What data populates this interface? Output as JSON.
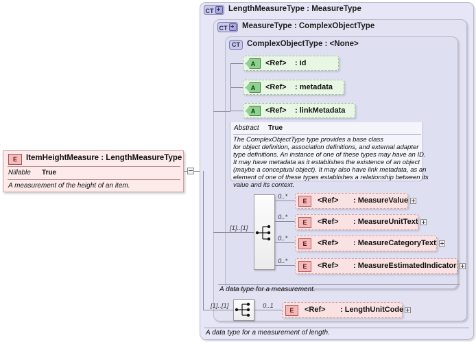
{
  "diagram": {
    "type": "xsd-schema-diagram",
    "root_element": {
      "badge": "E",
      "title": "ItemHeightMeasure : LengthMeasureType",
      "properties": [
        {
          "key": "Nillable",
          "value": "True"
        }
      ],
      "documentation": "A measurement of the height of an item."
    },
    "containers": [
      {
        "level": 1,
        "badge": "CT",
        "badge_has_plus": true,
        "title": "LengthMeasureType : MeasureType",
        "documentation": "A data type for a measurement of length."
      },
      {
        "level": 2,
        "badge": "CT",
        "badge_has_plus": true,
        "title": "MeasureType : ComplexObjectType",
        "documentation": "A data type for a measurement."
      },
      {
        "level": 3,
        "badge": "CT",
        "badge_has_plus": false,
        "title": "ComplexObjectType : <None>",
        "abstract_key": "Abstract",
        "abstract_value": "True",
        "documentation_lines": [
          "The ComplexObjectType type provides a base class",
          "for object definition, association definitions, and external adapter",
          "type definitions. An instance of one of these types may have an ID.",
          "It may have metadata as it establishes the existence of an object",
          "(maybe a conceptual object). It may also have link metadata, as an",
          "element of one of these types establishes a relationship between its",
          "value and its context."
        ]
      }
    ],
    "attributes": [
      {
        "badge": "A",
        "ref": "<Ref>",
        "name": ": id"
      },
      {
        "badge": "A",
        "ref": "<Ref>",
        "name": ": metadata"
      },
      {
        "badge": "A",
        "ref": "<Ref>",
        "name": ": linkMetadata"
      }
    ],
    "measure_group": {
      "compositor": "sequence-icon",
      "cardinality": "[1]..[1]",
      "elements": [
        {
          "badge": "E",
          "ref": "<Ref>",
          "name": ": MeasureValue",
          "cardinality": "0..*"
        },
        {
          "badge": "E",
          "ref": "<Ref>",
          "name": ": MeasureUnitText",
          "cardinality": "0..*"
        },
        {
          "badge": "E",
          "ref": "<Ref>",
          "name": ": MeasureCategoryText",
          "cardinality": "0..*"
        },
        {
          "badge": "E",
          "ref": "<Ref>",
          "name": ": MeasureEstimatedIndicator",
          "cardinality": "0..*"
        }
      ]
    },
    "length_group": {
      "compositor": "sequence-icon",
      "cardinality": "[1]..[1]",
      "elements": [
        {
          "badge": "E",
          "ref": "<Ref>",
          "name": ": LengthUnitCode",
          "cardinality": "0..1"
        }
      ]
    },
    "colors": {
      "element_fill": "#fbe2e2",
      "element_badge": "#f4b9b9",
      "attribute_fill": "#e8f6e4",
      "attribute_badge": "#8fd18f",
      "container_fill": "#e4e4f4",
      "container_badge": "#c9c9ea"
    }
  }
}
